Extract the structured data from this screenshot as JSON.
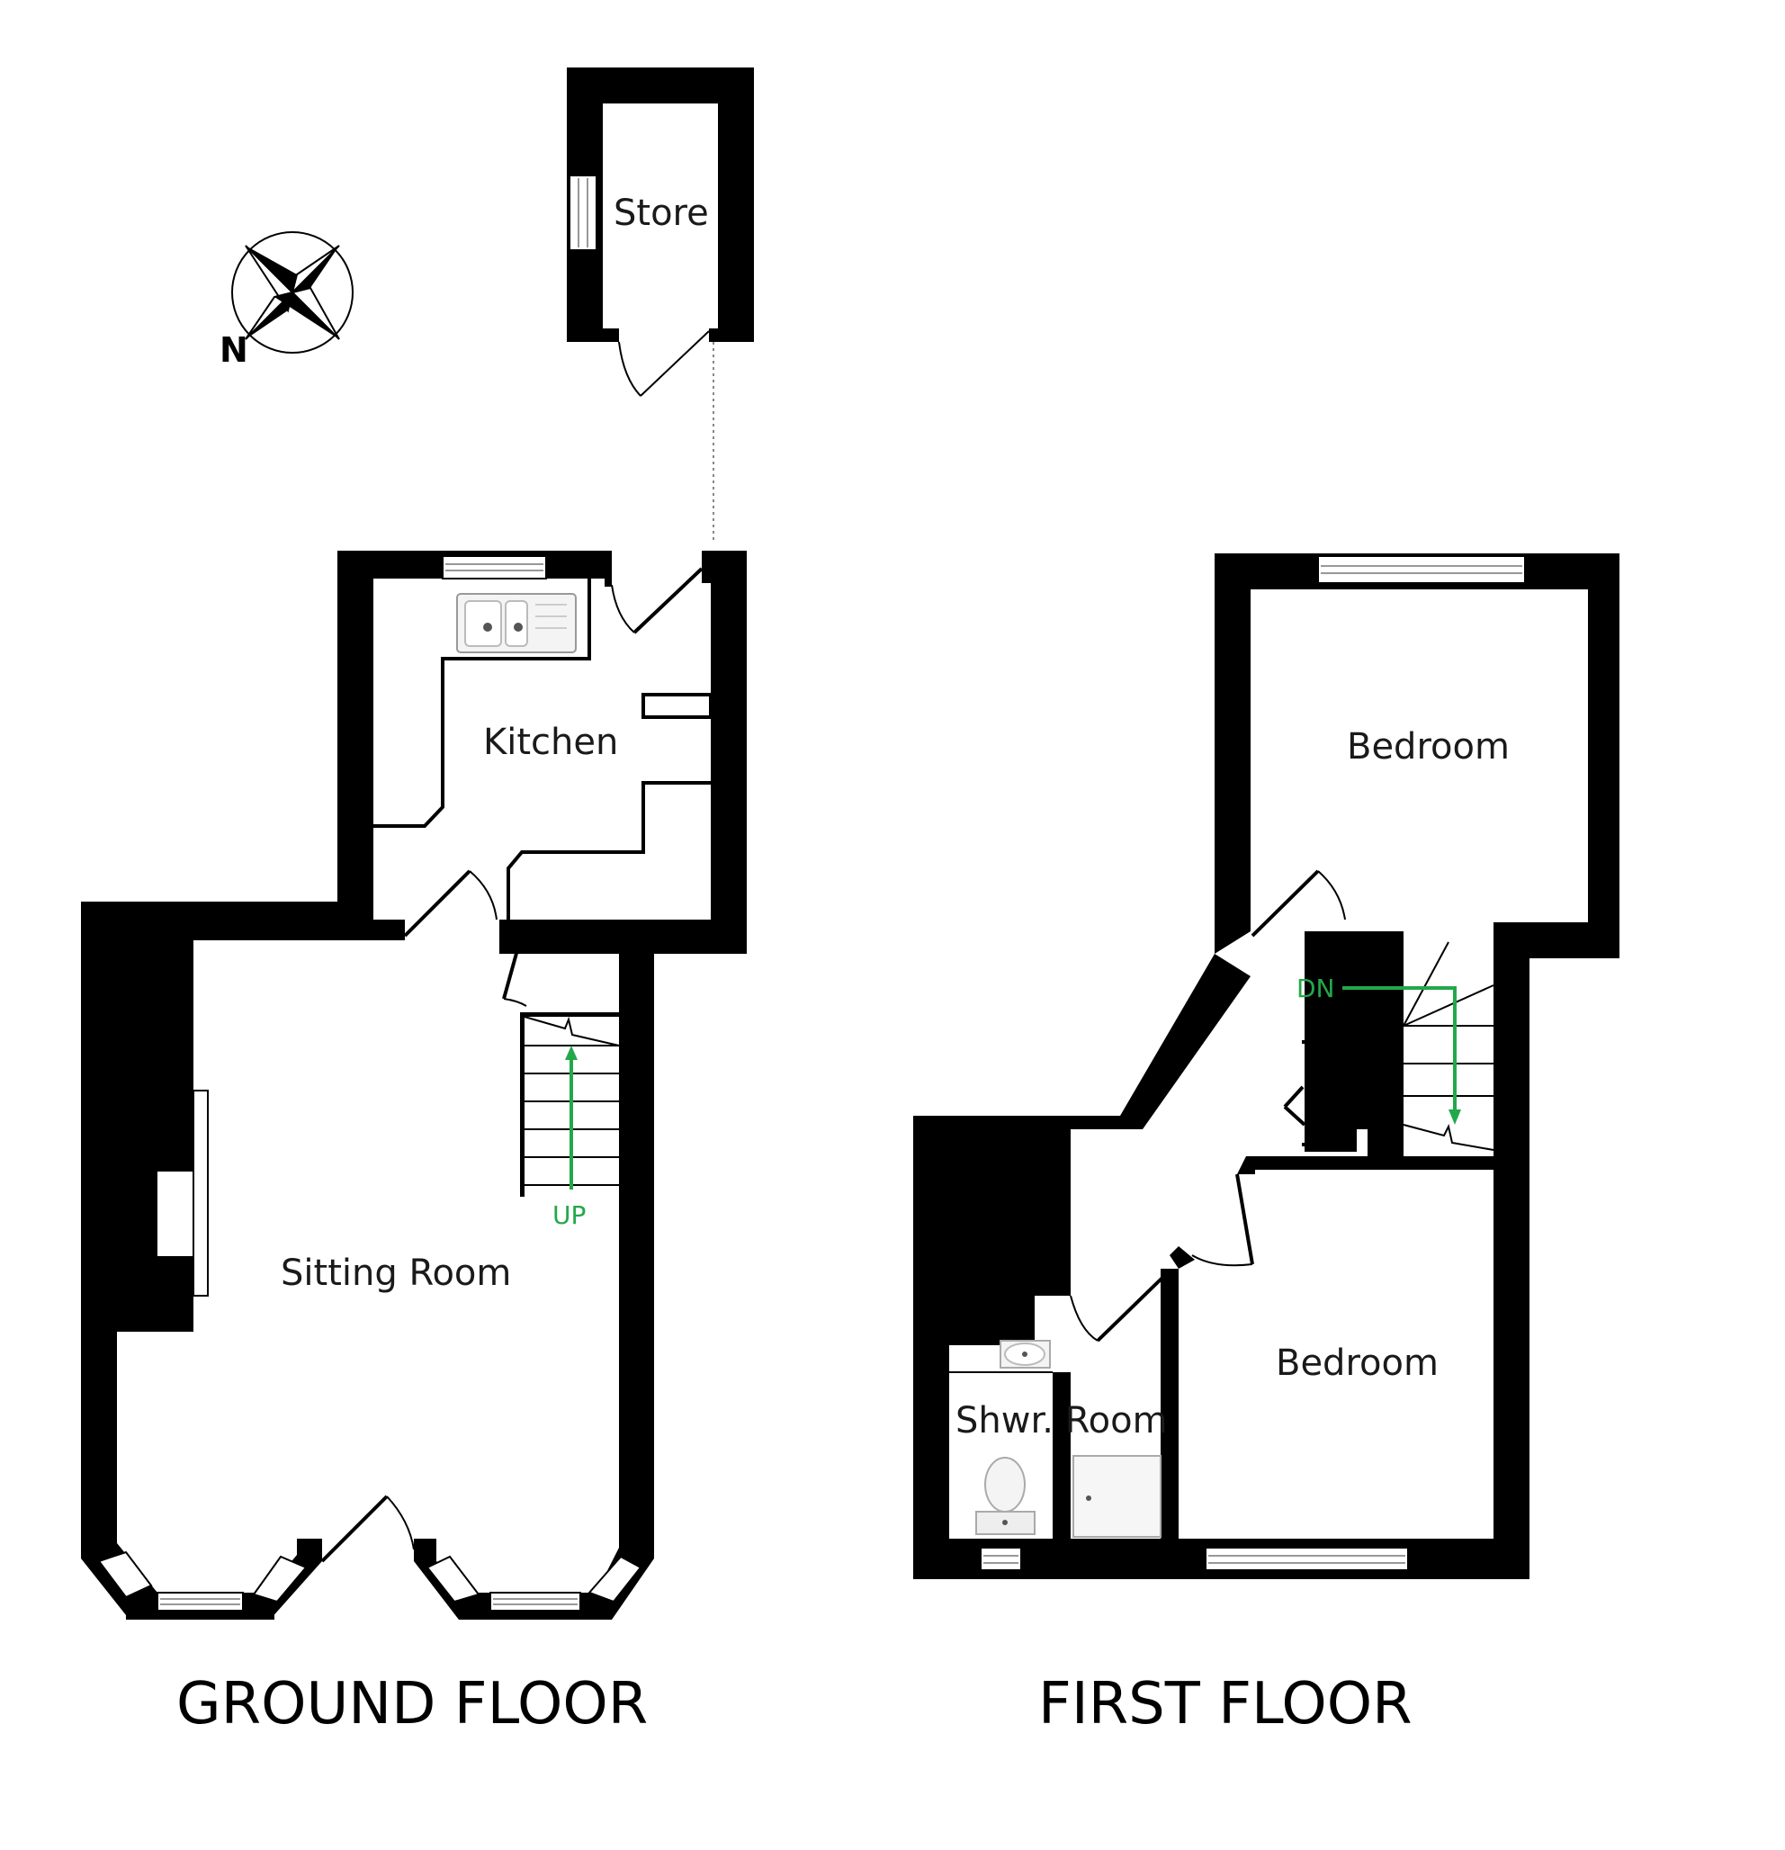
{
  "compass": {
    "north_label": "N",
    "icon": "compass-rose-icon"
  },
  "ground_floor": {
    "title": "GROUND FLOOR",
    "rooms": {
      "store": "Store",
      "kitchen": "Kitchen",
      "sitting_room": "Sitting Room"
    },
    "stairs_label": "UP"
  },
  "first_floor": {
    "title": "FIRST FLOOR",
    "rooms": {
      "bedroom_1": "Bedroom",
      "bedroom_2": "Bedroom",
      "shower_room": "Shwr. Room"
    },
    "stairs_label": "DN"
  },
  "colors": {
    "walls": "#000000",
    "stair_arrow": "#22a84a",
    "background": "#ffffff"
  }
}
